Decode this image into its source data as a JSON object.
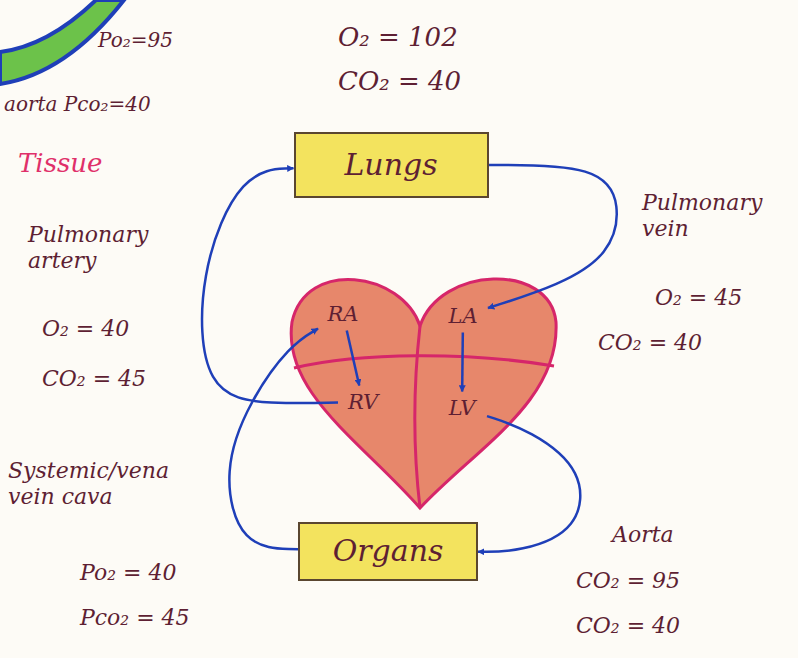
{
  "diagram": {
    "nodes": [
      {
        "text": [
          "Lungs"
        ]
      },
      {
        "text": [
          "RA"
        ]
      },
      {
        "text": [
          "LA"
        ]
      },
      {
        "text": [
          "RV"
        ]
      },
      {
        "text": [
          "LV"
        ]
      },
      {
        "text": [
          "Organs"
        ]
      }
    ],
    "edges": [
      {
        "from": 3,
        "to": 0,
        "arrow": "to"
      },
      {
        "from": 0,
        "to": 2,
        "arrow": "to"
      },
      {
        "from": 4,
        "to": 5,
        "arrow": "to"
      },
      {
        "from": 5,
        "to": 1,
        "arrow": "to"
      },
      {
        "from": 1,
        "to": 3,
        "arrow": "to"
      },
      {
        "from": 2,
        "to": 4,
        "arrow": "to"
      }
    ],
    "labels": [
      "Po₂=95",
      "aorta Pco₂=40",
      "Tissue",
      "O₂ = 102",
      "CO₂ = 40",
      "Pulmonary artery",
      "O₂ = 40",
      "CO₂ = 45",
      "Pulmonary vein",
      "O₂ = 45",
      "CO₂ = 40",
      "Systemic/vena vein cava",
      "Po₂ = 40",
      "Pco₂ = 45",
      "Aorta",
      "CO₂ = 95",
      "CO₂ = 40"
    ]
  }
}
